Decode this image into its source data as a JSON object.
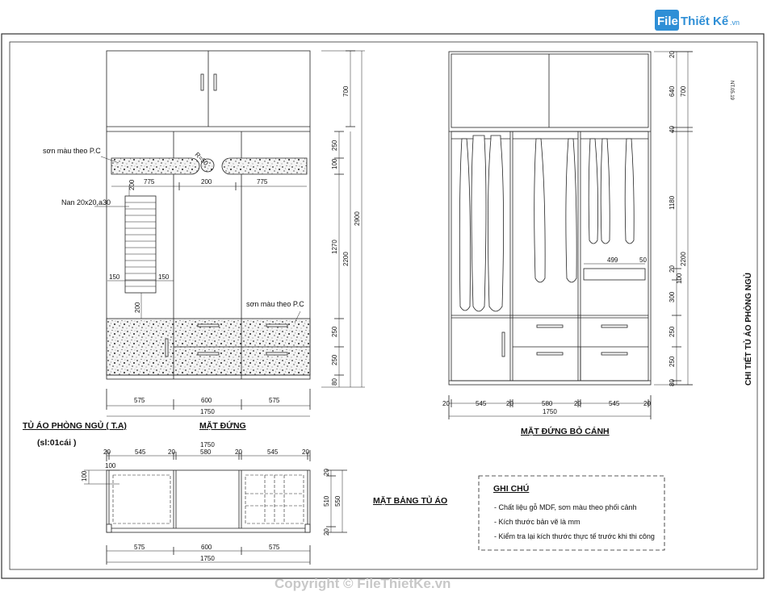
{
  "logo": {
    "part1": "File",
    "part2": "Thiết Kế",
    "suffix": ".vn"
  },
  "watermark": "Copyright © FileThietKe.vn",
  "sheet_code": "NT.05.19",
  "sheet_title": "CHI TIẾT TỦ ÁO PHÒNG NGỦ",
  "front": {
    "title": "TỦ ÁO PHÒNG NGỦ ( T.A)",
    "subtitle": "MẶT ĐỨNG",
    "qty": "(sl:01cái )",
    "note_paint_top": "sơn màu theo P.C",
    "note_paint_bottom": "sơn màu theo P.C",
    "note_slats": "Nan 20x20,a30",
    "r_label": "R=50",
    "dims_band": [
      "775",
      "200",
      "775"
    ],
    "dims_slat_w": [
      "150",
      "150"
    ],
    "dims_slat_v": [
      "200",
      "200"
    ],
    "dims_bottom": [
      "575",
      "600",
      "575"
    ],
    "total": "1750",
    "dims_right_inner": [
      "250",
      "100",
      "1270",
      "250",
      "250",
      "80"
    ],
    "dims_right_mid": [
      "2200"
    ],
    "dims_right_top": [
      "700"
    ],
    "dims_right_total": "2900"
  },
  "interior": {
    "subtitle": "MẶT ĐỨNG BỎ CÁNH",
    "dims_bottom": [
      "20",
      "545",
      "20",
      "580",
      "20",
      "545",
      "20"
    ],
    "total": "1750",
    "dims_right_inner": [
      "20",
      "640",
      "40",
      "1180",
      "20",
      "100",
      "300",
      "250",
      "250",
      "80"
    ],
    "dims_right_outer": [
      "700",
      "2200"
    ],
    "drawer_w": "499",
    "drawer_h": "50"
  },
  "plan": {
    "subtitle": "MẶT BẢNG TỦ ÁO",
    "total_top": "1750",
    "dims_top": [
      "20",
      "545",
      "20",
      "580",
      "20",
      "545",
      "20"
    ],
    "dims_bottom": [
      "575",
      "600",
      "575"
    ],
    "total_bottom": "1750",
    "dims_right": [
      "20",
      "510",
      "20"
    ],
    "dims_right_total": "550",
    "dims_left": [
      "100",
      "100"
    ]
  },
  "notes": {
    "title": "GHI CHÚ",
    "items": [
      "- Chất liệu gỗ MDF, sơn màu theo phối cảnh",
      "- Kích thước bản vẽ là mm",
      "- Kiểm tra lại kích thước thực tế trước khi thi công"
    ]
  },
  "colors": {
    "line": "#222222",
    "logo_blue": "#2f8fd6",
    "watermark": "#c8c8c8"
  }
}
